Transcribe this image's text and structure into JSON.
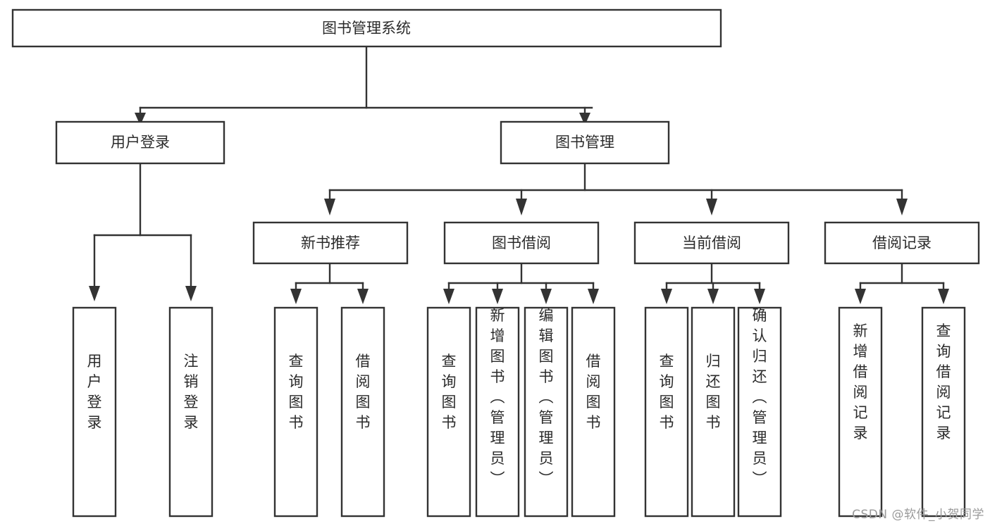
{
  "diagram": {
    "type": "tree-hierarchy",
    "title": "图书管理系统",
    "orientation": "top-down",
    "colors": {
      "box_fill": "#ffffff",
      "box_stroke": "#333333",
      "text": "#2b2b2b",
      "background": "#ffffff",
      "watermark": "#9a9a9a"
    },
    "levels": 4
  },
  "root": {
    "label": "图书管理系统"
  },
  "level2": [
    {
      "label": "用户登录"
    },
    {
      "label": "图书管理"
    }
  ],
  "level3": [
    {
      "label": "新书推荐"
    },
    {
      "label": "图书借阅"
    },
    {
      "label": "当前借阅"
    },
    {
      "label": "借阅记录"
    }
  ],
  "leaves": {
    "user_login": [
      {
        "label": "用户登录"
      },
      {
        "label": "注销登录"
      }
    ],
    "new_book_recommend": [
      {
        "label": "查询图书"
      },
      {
        "label": "借阅图书"
      }
    ],
    "book_borrow": [
      {
        "label": "查询图书"
      },
      {
        "label": "新增图书（管理员）"
      },
      {
        "label": "编辑图书（管理员）"
      },
      {
        "label": "借阅图书"
      }
    ],
    "current_borrow": [
      {
        "label": "查询图书"
      },
      {
        "label": "归还图书"
      },
      {
        "label": "确认归还（管理员）"
      }
    ],
    "borrow_record": [
      {
        "label": "新增借阅记录"
      },
      {
        "label": "查询借阅记录"
      }
    ]
  },
  "watermark": {
    "text": "CSDN @软件_小贺同学"
  }
}
